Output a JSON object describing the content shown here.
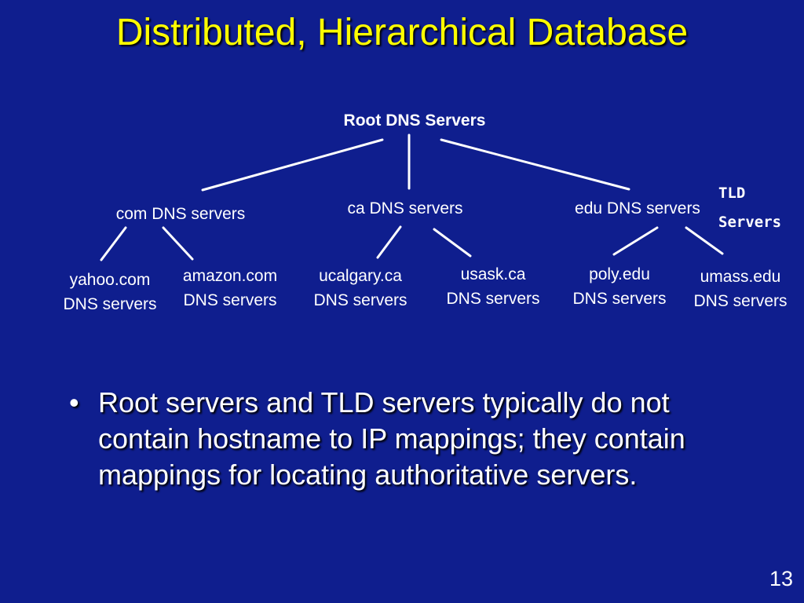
{
  "title": "Distributed, Hierarchical Database",
  "tree": {
    "root": "Root DNS Servers",
    "tld_label": [
      "TLD",
      "Servers"
    ],
    "tld": {
      "com": "com DNS servers",
      "ca": "ca DNS servers",
      "edu": "edu DNS servers"
    },
    "leaves": {
      "yahoo": [
        "yahoo.com",
        "DNS servers"
      ],
      "amazon": [
        "amazon.com",
        "DNS servers"
      ],
      "ucalgary": [
        "ucalgary.ca",
        "DNS servers"
      ],
      "usask": [
        "usask.ca",
        "DNS servers"
      ],
      "poly": [
        "poly.edu",
        "DNS servers"
      ],
      "umass": [
        "umass.edu",
        "DNS servers"
      ]
    }
  },
  "bullets": [
    {
      "marker": "•",
      "text": "Root servers and TLD servers typically do not contain hostname to IP mappings; they contain mappings for locating authoritative servers."
    }
  ],
  "page_number": "13",
  "colors": {
    "background": "#0f1e8e",
    "title": "#ffff00",
    "text": "#ffffff"
  }
}
